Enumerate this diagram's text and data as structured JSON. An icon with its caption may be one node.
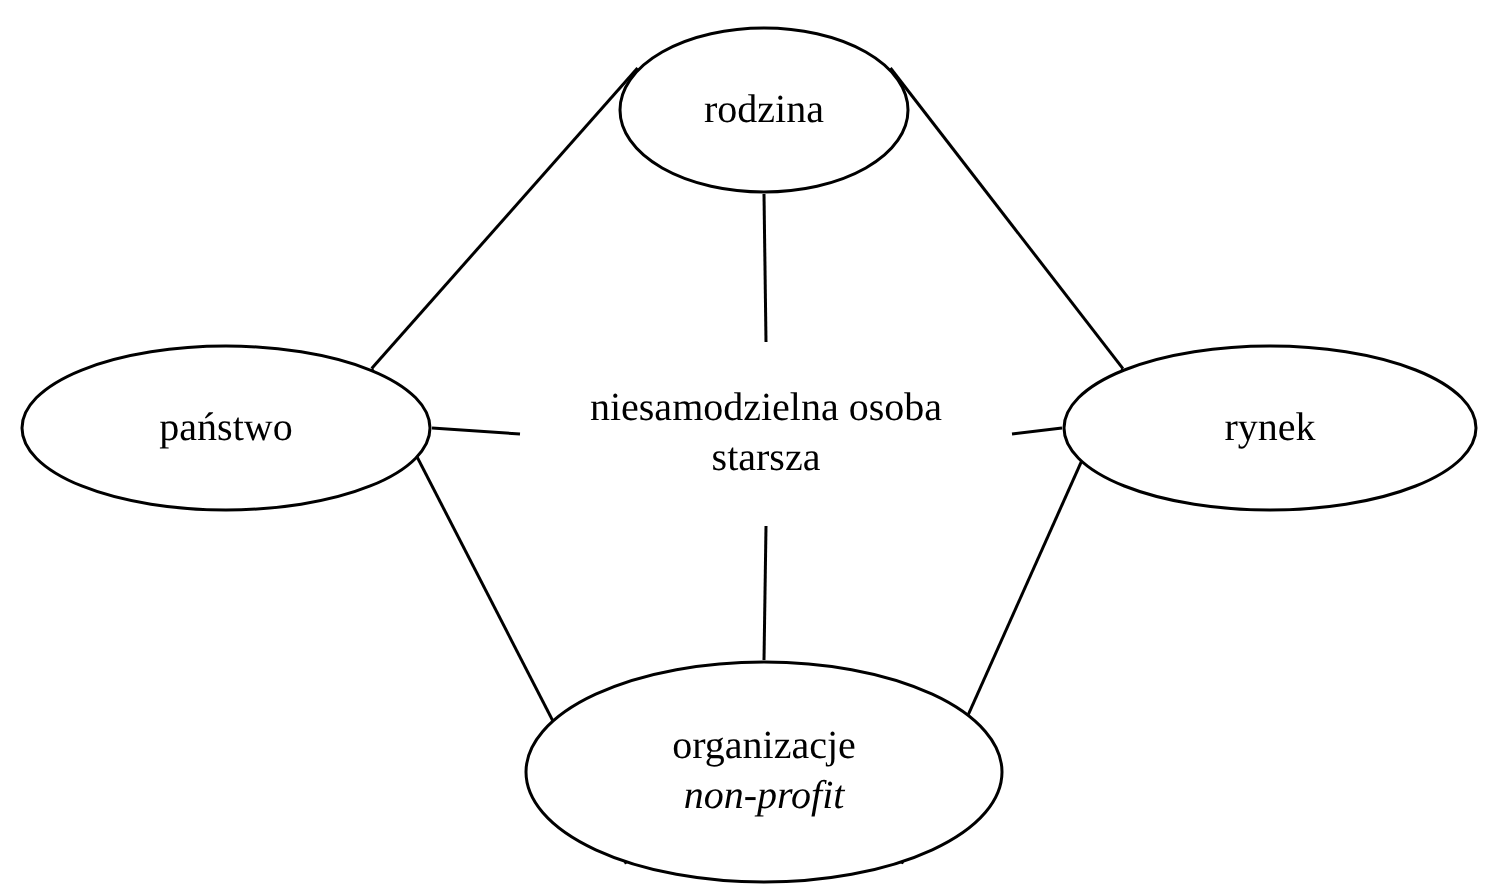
{
  "diagram": {
    "nodes": [
      {
        "text": [
          "rodzina"
        ]
      },
      {
        "text": [
          "państwo"
        ]
      },
      {
        "text": [
          "niesamodzielna osoba starsza"
        ]
      },
      {
        "text": [
          "rynek"
        ]
      },
      {
        "text": [
          "organizacje",
          "non-profit"
        ]
      }
    ],
    "edges": [
      {
        "from": 0,
        "to": 1,
        "arrow": "none"
      },
      {
        "from": 0,
        "to": 3,
        "arrow": "none"
      },
      {
        "from": 1,
        "to": 4,
        "arrow": "none"
      },
      {
        "from": 3,
        "to": 4,
        "arrow": "none"
      },
      {
        "from": 0,
        "to": 2,
        "arrow": "none"
      },
      {
        "from": 1,
        "to": 2,
        "arrow": "none"
      },
      {
        "from": 3,
        "to": 2,
        "arrow": "none"
      },
      {
        "from": 2,
        "to": 4,
        "arrow": "none"
      }
    ]
  }
}
